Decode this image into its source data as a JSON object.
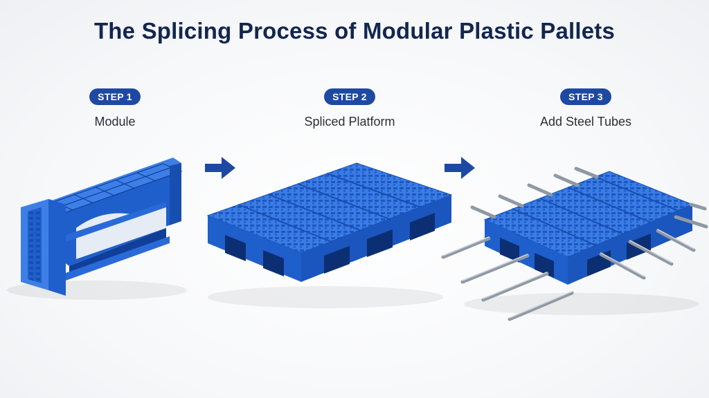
{
  "title": "The Splicing Process of Modular Plastic Pallets",
  "steps": [
    {
      "badge": "STEP 1",
      "caption": "Module"
    },
    {
      "badge": "STEP 2",
      "caption": "Spliced Platform"
    },
    {
      "badge": "STEP 3",
      "caption": "Add Steel Tubes"
    }
  ],
  "colors": {
    "title": "#13264f",
    "badge": "#1e49a3",
    "arrow": "#1e49a3",
    "plastic_top": "#3d7fe6",
    "plastic_side": "#1f5fcc",
    "plastic_dark": "#0f3f99",
    "steel": "#9aa3ad"
  }
}
